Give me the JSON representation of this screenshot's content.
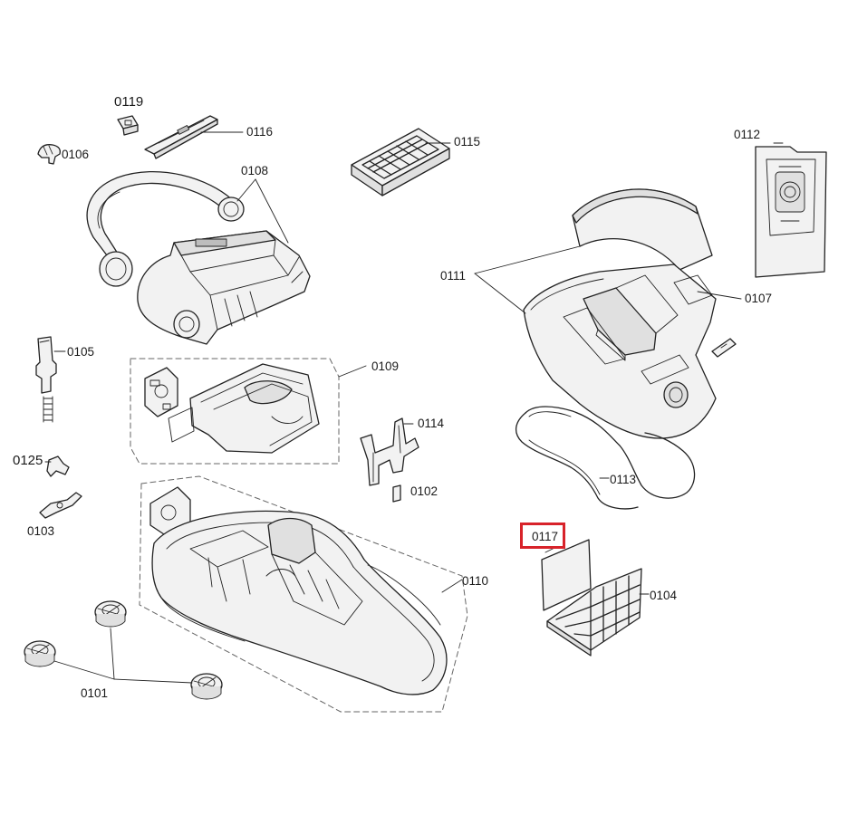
{
  "labels": {
    "p0101": "0101",
    "p0102": "0102",
    "p0103": "0103",
    "p0104": "0104",
    "p0105": "0105",
    "p0106": "0106",
    "p0107": "0107",
    "p0108": "0108",
    "p0109": "0109",
    "p0110": "0110",
    "p0111": "0111",
    "p0112": "0112",
    "p0113": "0113",
    "p0114": "0114",
    "p0115": "0115",
    "p0116": "0116",
    "p0117": "0117",
    "p0119": "0119",
    "p0125": "0125"
  },
  "highlight": {
    "part": "0117",
    "color": "#d8232a"
  }
}
